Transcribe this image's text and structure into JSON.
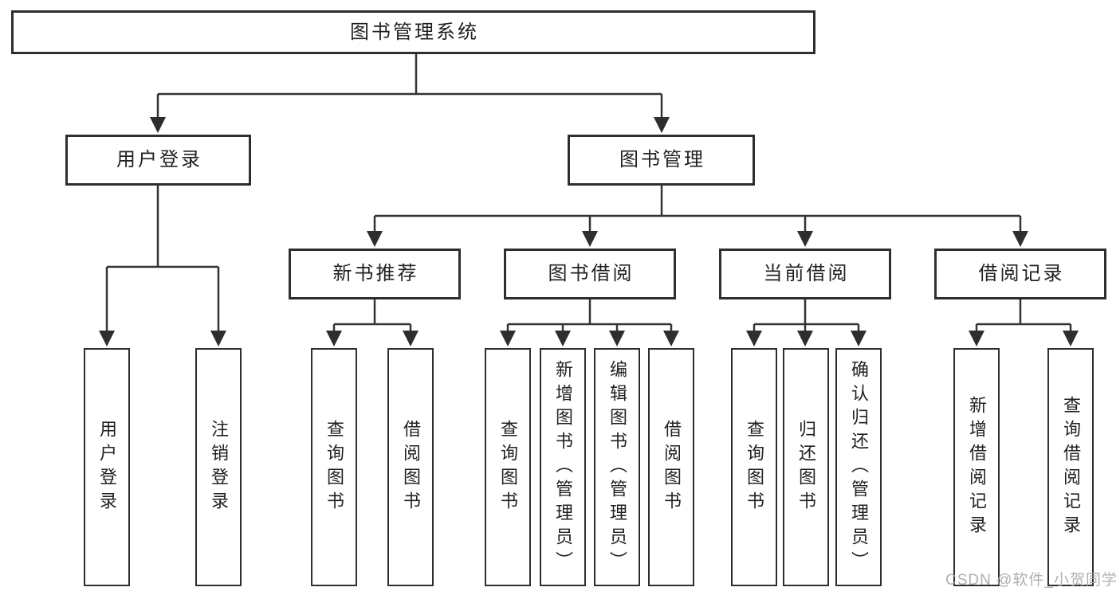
{
  "diagram": {
    "title": "图书管理系统",
    "root": {
      "label": "图书管理系统"
    },
    "level2": [
      {
        "label": "用户登录"
      },
      {
        "label": "图书管理"
      }
    ],
    "level3": [
      {
        "label": "新书推荐"
      },
      {
        "label": "图书借阅"
      },
      {
        "label": "当前借阅"
      },
      {
        "label": "借阅记录"
      }
    ],
    "leaves": {
      "user_login": [
        {
          "label": "用户登录"
        },
        {
          "label": "注销登录"
        }
      ],
      "new_book": [
        {
          "label": "查询图书"
        },
        {
          "label": "借阅图书"
        }
      ],
      "book_borrow": [
        {
          "label": "查询图书"
        },
        {
          "label": "新增图书（管理员）"
        },
        {
          "label": "编辑图书（管理员）"
        },
        {
          "label": "借阅图书"
        }
      ],
      "current_borrow": [
        {
          "label": "查询图书"
        },
        {
          "label": "归还图书"
        },
        {
          "label": "确认归还（管理员）"
        }
      ],
      "borrow_record": [
        {
          "label": "新增借阅记录"
        },
        {
          "label": "查询借阅记录"
        }
      ]
    },
    "line_color": "#333333",
    "border_color": "#2e2e2e",
    "text_color": "#212121"
  },
  "watermark": {
    "text": "CSDN @软件_小贺同学"
  }
}
